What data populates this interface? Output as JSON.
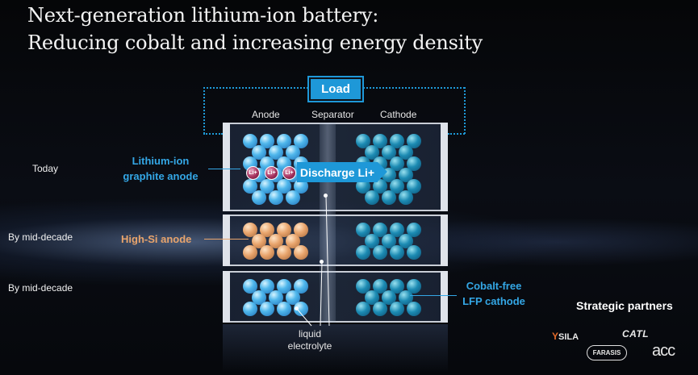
{
  "title": {
    "line1": "Next-generation lithium-ion battery:",
    "line2": "Reducing cobalt and increasing energy density"
  },
  "load": {
    "label": "Load"
  },
  "columns": {
    "anode": "Anode",
    "separator": "Separator",
    "cathode": "Cathode"
  },
  "rows": [
    {
      "label": "Today",
      "anode": "Lithium-ion graphite anode",
      "anode_line1": "Lithium-ion",
      "anode_line2": "graphite anode"
    },
    {
      "label": "By mid-decade",
      "anode": "High-Si anode"
    },
    {
      "label": "By mid-decade",
      "cathode": "Cobalt-free LFP cathode",
      "cathode_line1": "Cobalt-free",
      "cathode_line2": "LFP cathode"
    }
  ],
  "ions": {
    "label": "Li+"
  },
  "discharge": {
    "label": "Discharge Li+"
  },
  "electrolyte": {
    "line1": "liquid",
    "line2": "electrolyte"
  },
  "partners": {
    "heading": "Strategic partners",
    "logos": [
      "SILA",
      "CATL",
      "FARASIS",
      "acc"
    ]
  },
  "colors": {
    "accent_blue": "#1e98d8",
    "anode_blue": "#4fb7ec",
    "cathode_teal": "#1c8bb3",
    "si_orange": "#e8a46c",
    "ion_magenta": "#a6325f"
  }
}
